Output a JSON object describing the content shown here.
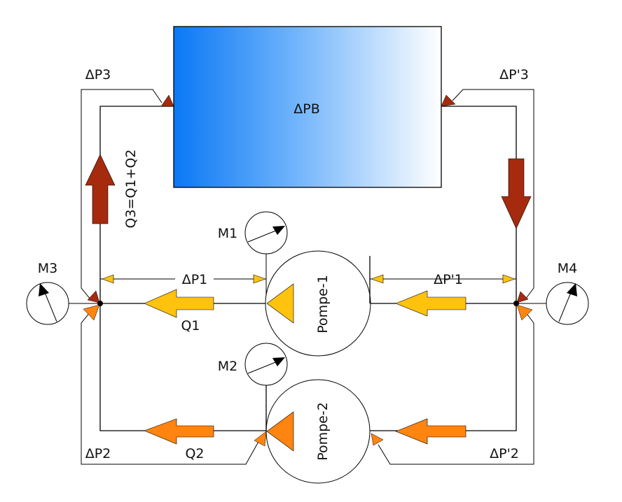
{
  "title": "Hydraulic circuit with two pumps in parallel",
  "colors": {
    "q3_arrow": "#a62a0e",
    "q1_arrow": "#ffc20e",
    "q2_arrow": "#ff8410",
    "block_gradient_start": "#0a78f5",
    "block_gradient_end": "#ffffff",
    "line": "#000000"
  },
  "block": {
    "label": "ΔPB"
  },
  "pumps": [
    {
      "id": "pompe-1",
      "label": "Pompe-1"
    },
    {
      "id": "pompe-2",
      "label": "Pompe-2"
    }
  ],
  "gauges": [
    {
      "id": "M1",
      "label": "M1"
    },
    {
      "id": "M2",
      "label": "M2"
    },
    {
      "id": "M3",
      "label": "M3"
    },
    {
      "id": "M4",
      "label": "M4"
    }
  ],
  "pressure_drops": {
    "dp1": "ΔP1",
    "dp1_prime": "ΔP'1",
    "dp2": "ΔP2",
    "dp2_prime": "ΔP'2",
    "dp3": "ΔP3",
    "dp3_prime": "ΔP'3"
  },
  "flows": {
    "q1": "Q1",
    "q2": "Q2",
    "q3": "Q3=Q1+Q2"
  }
}
